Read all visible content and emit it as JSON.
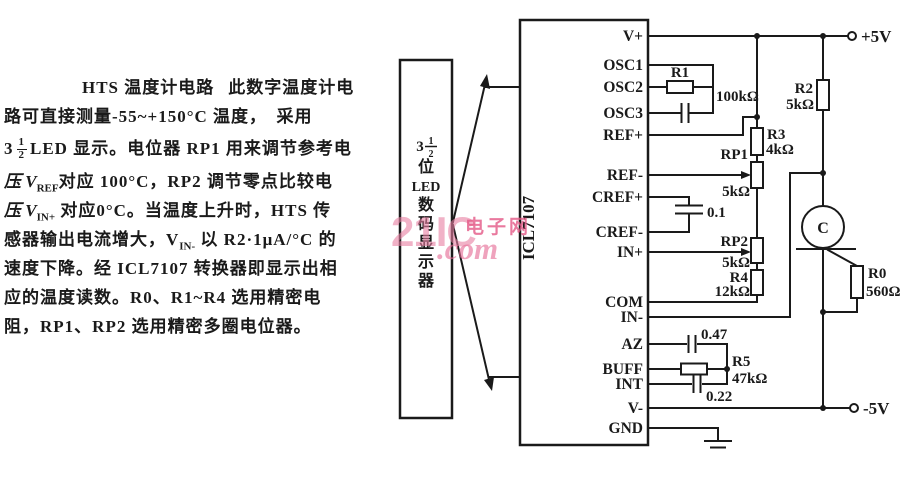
{
  "description": {
    "heading": "HTS 温度计电路",
    "l1_rest": "此数字温度计电",
    "l2": "路可直接测量-55~+150°C 温度，　采用",
    "l3_int": "3",
    "l3_num": "1",
    "l3_den": "2",
    "l3_rest": "LED 显示。电位器 RP1 用来调节参考电",
    "l4_pre": "压 V",
    "l4_sub": "REF",
    "l4_rest": "对应 100°C，RP2 调节零点比较电",
    "l5_pre": "压 V",
    "l5_sub": "IN+",
    "l5_rest": " 对应0°C。当温度上升时，HTS 传",
    "l6_pre": "感器输出电流增大，V",
    "l6_sub": "IN-",
    "l6_rest": " 以 R2·1μA/°C 的",
    "l7": "速度下降。经 ICL7107 转换器即显示出相",
    "l8": "应的温度读数。R0、R1~R4 选用精密电",
    "l9": "阻，RP1、RP2 选用精密多圈电位器。"
  },
  "display_box": {
    "frac_int": "3",
    "frac_num": "1",
    "frac_den": "2",
    "chars": [
      "位",
      "LED",
      "数",
      "码",
      "显",
      "示",
      "器"
    ]
  },
  "chip": {
    "name": "ICL7107",
    "pins": [
      "V+",
      "OSC1",
      "OSC2",
      "OSC3",
      "REF+",
      "REF-",
      "CREF+",
      "CREF-",
      "IN+",
      "COM",
      "IN-",
      "AZ",
      "BUFF",
      "INT",
      "V-",
      "GND"
    ]
  },
  "components": {
    "r1_ref": "R1",
    "r1_val": "100kΩ",
    "r2_ref": "R2",
    "r2_val": "5kΩ",
    "r3_ref": "R3",
    "r3_val": "4kΩ",
    "r4_ref": "R4",
    "r4_val": "12kΩ",
    "r5_ref": "R5",
    "r5_val": "47kΩ",
    "r0_ref": "R0",
    "r0_val": "560Ω",
    "rp1_ref": "RP1",
    "rp1_val": "5kΩ",
    "rp2_ref": "RP2",
    "rp2_val": "5kΩ",
    "c_ref_val": "0.1",
    "c_az_val": "0.47",
    "c_int_val": "0.22",
    "sensor_label": "C"
  },
  "power": {
    "vplus": "+5V",
    "vminus": "-5V"
  },
  "watermark": {
    "brand": "21IC",
    "com": ".com",
    "cn": "电子网"
  },
  "colors": {
    "ink": "#1a1a1a",
    "watermark_pink": "#e06a9a"
  }
}
